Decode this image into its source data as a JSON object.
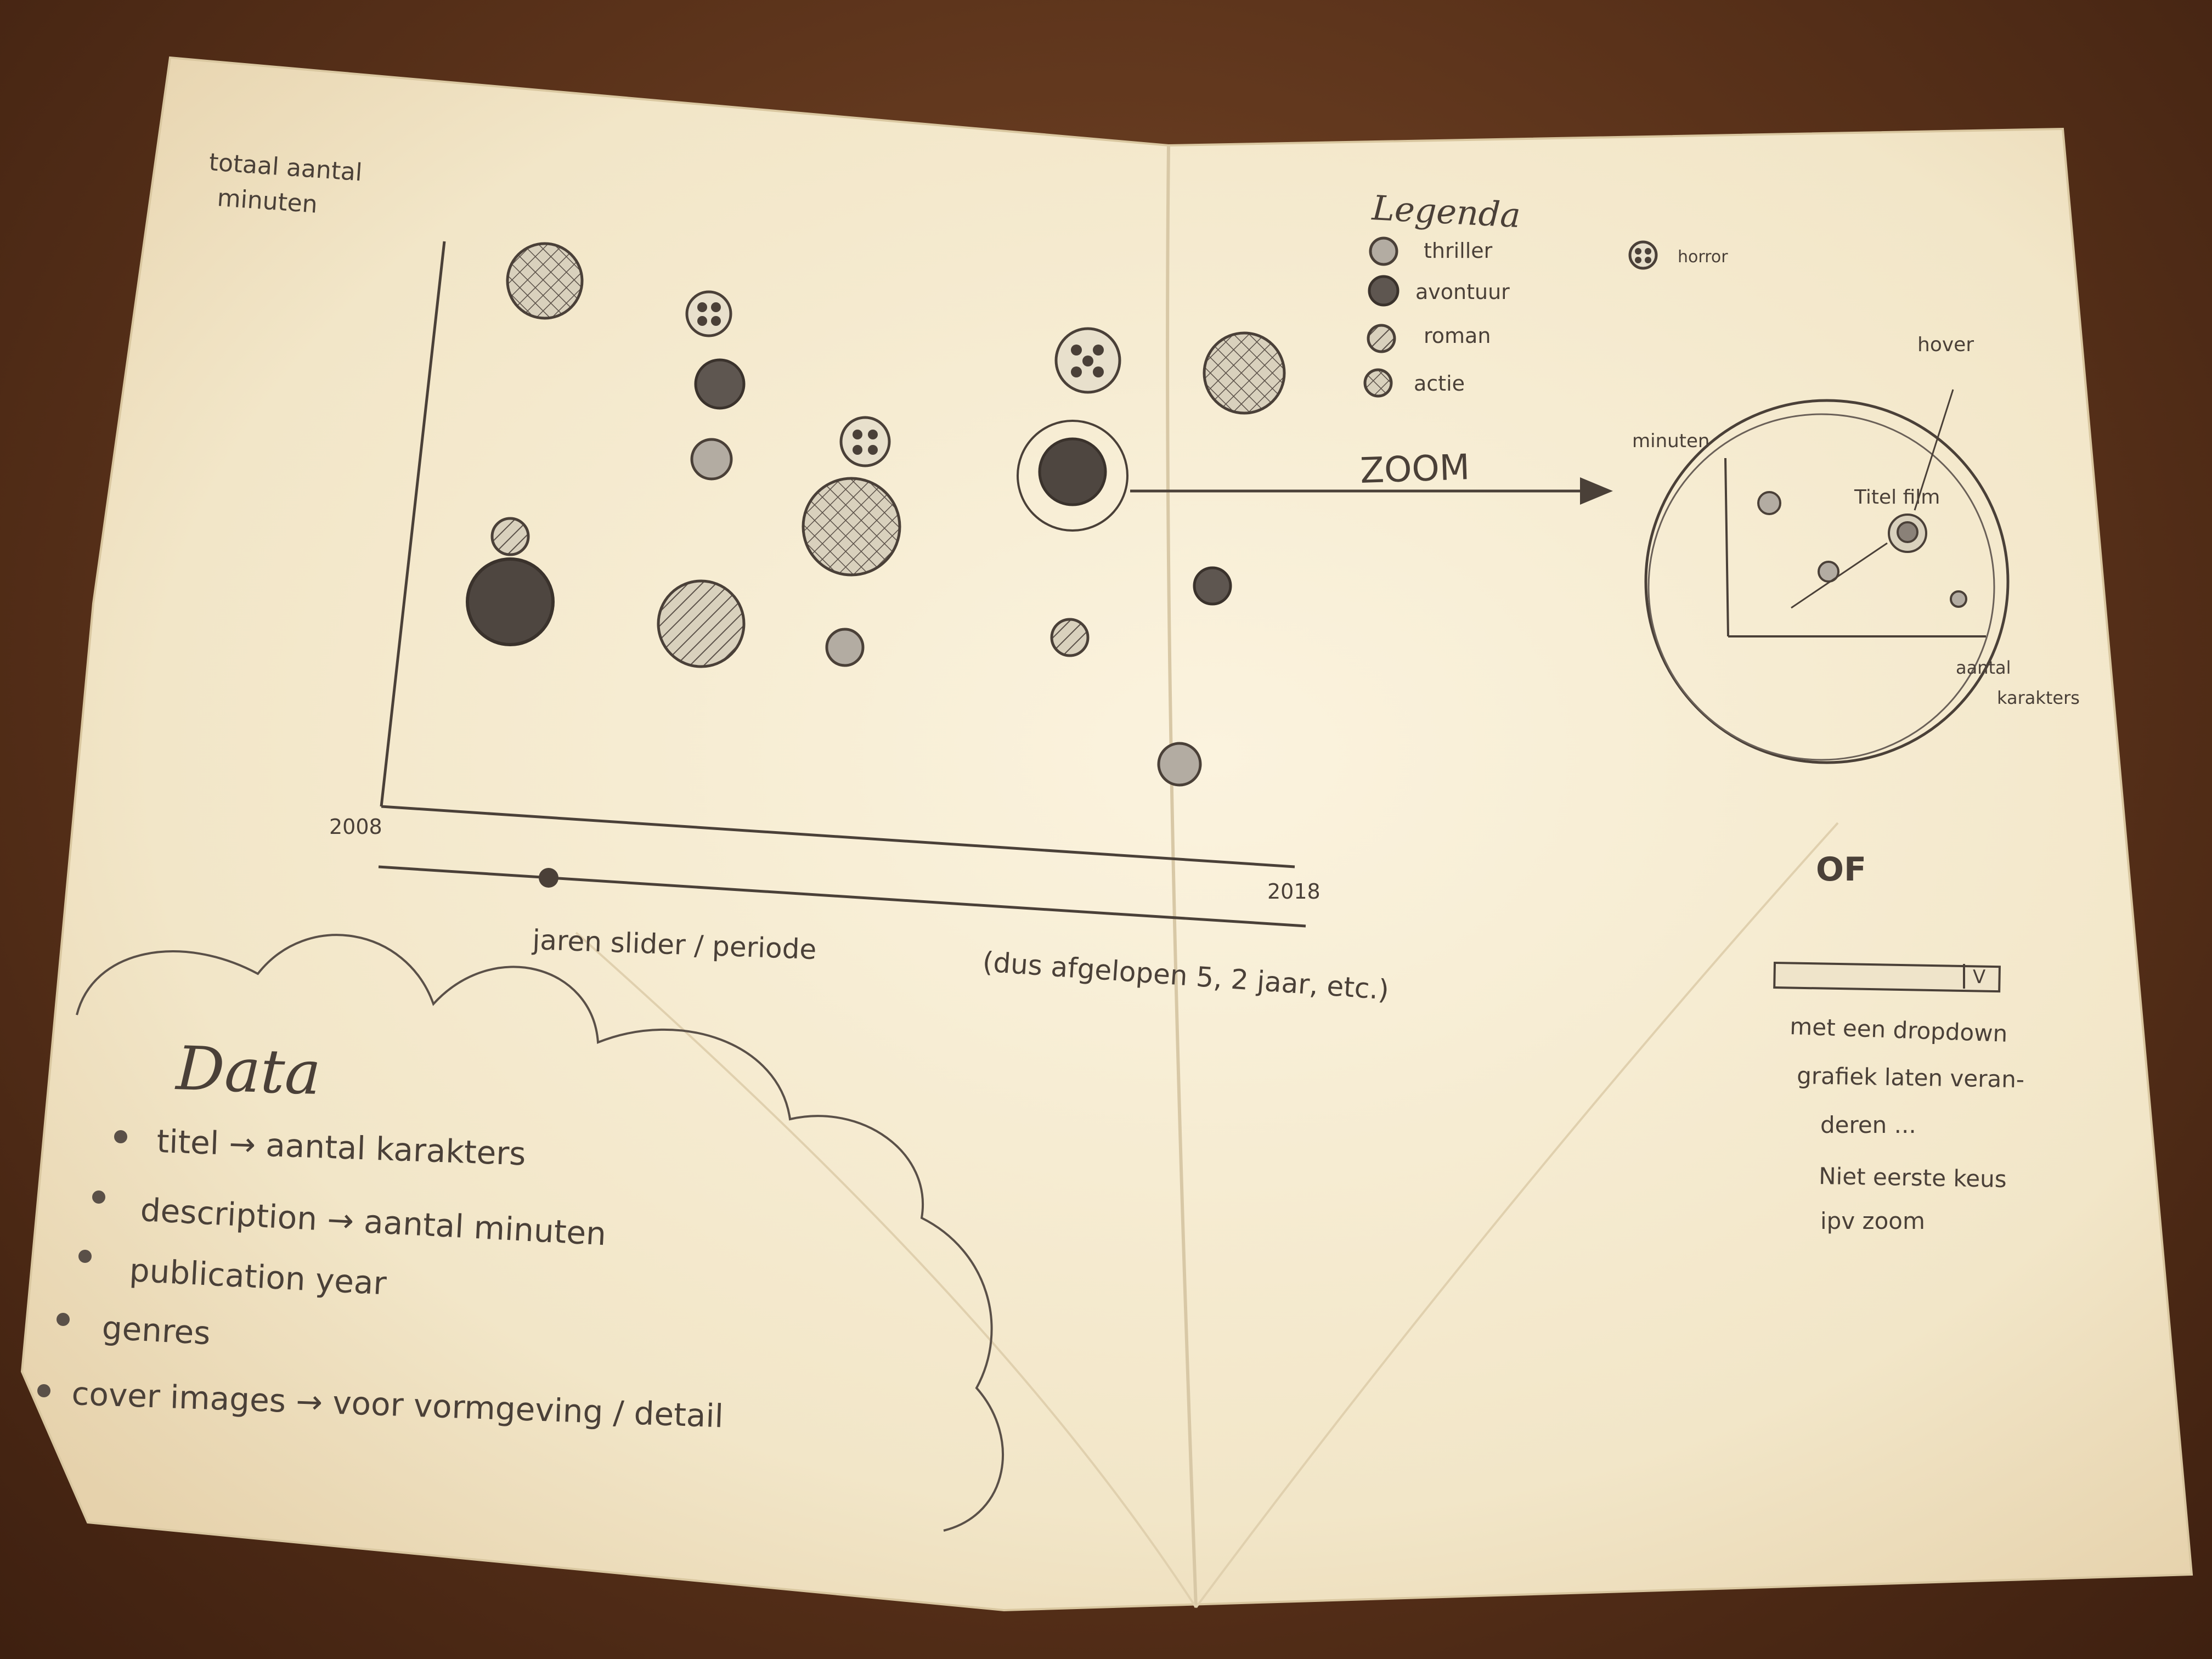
{
  "sketch": {
    "y_axis_label": [
      "totaal aantal",
      "minuten"
    ],
    "x_axis_start": "2008",
    "x_axis_end": "2018",
    "slider_caption": "jaren slider / periode",
    "slider_note": "(dus afgelopen 5, 2 jaar, etc.)",
    "legend": {
      "title": "Legenda",
      "items": [
        {
          "label": "thriller",
          "pattern": "light"
        },
        {
          "label": "avontuur",
          "pattern": "dark"
        },
        {
          "label": "roman",
          "pattern": "hatch"
        },
        {
          "label": "actie",
          "pattern": "cross"
        },
        {
          "label": "horror",
          "pattern": "dots"
        }
      ]
    },
    "zoom_label": "ZOOM",
    "hover_label": "hover",
    "zoom_panel": {
      "y_label": "minuten",
      "x_label": [
        "aantal",
        "karakters"
      ],
      "tooltip": "Titel film"
    },
    "of_label": "OF",
    "dropdown_symbol": "V",
    "dropdown_note": [
      "met een dropdown",
      "grafiek laten veran-",
      "deren ...",
      "Niet eerste keus",
      "ipv zoom"
    ],
    "data_box": {
      "title": "Data",
      "bullets": [
        "titel  →  aantal karakters",
        "description  →  aantal minuten",
        "publication  year",
        "genres",
        "cover images  →  voor vormgeving / detail"
      ]
    }
  },
  "colors": {
    "paper": "#f3ead2",
    "pencil": "#4a4038",
    "dark_fill": "#5e5650",
    "light_fill": "#b3aca2",
    "wood": "#6b3e22"
  }
}
